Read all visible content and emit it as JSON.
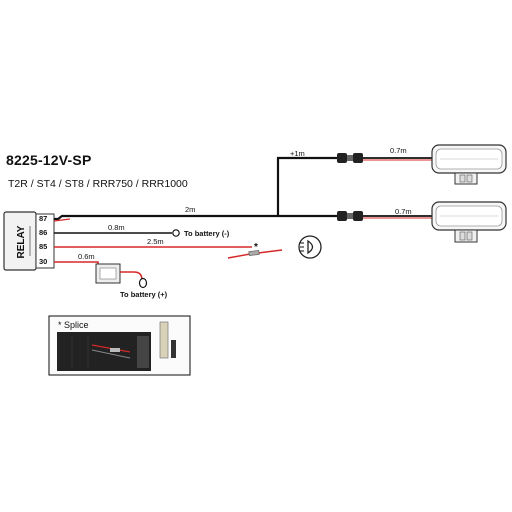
{
  "product": {
    "code": "8225-12V-SP",
    "models": "T2R / ST4 / ST8 / RRR750 / RRR1000"
  },
  "relay": {
    "label": "RELAY",
    "pins": [
      "87",
      "86",
      "85",
      "30"
    ]
  },
  "wires": {
    "lamp_extension": "+1m",
    "lamp_top": "0.7m",
    "lamp_bottom": "0.7m",
    "main": "2m",
    "ground": "0.8m",
    "switch": "2.5m",
    "fuse": "0.6m"
  },
  "terminals": {
    "ground": "To battery (-)",
    "positive": "To battery (+)"
  },
  "splice": {
    "marker": "*",
    "box_title": "* Splice"
  },
  "colors": {
    "wire_black": "#111111",
    "wire_red": "#d62828",
    "relay_fill": "#f2f2f2",
    "lamp_fill": "#f7f7f7"
  }
}
